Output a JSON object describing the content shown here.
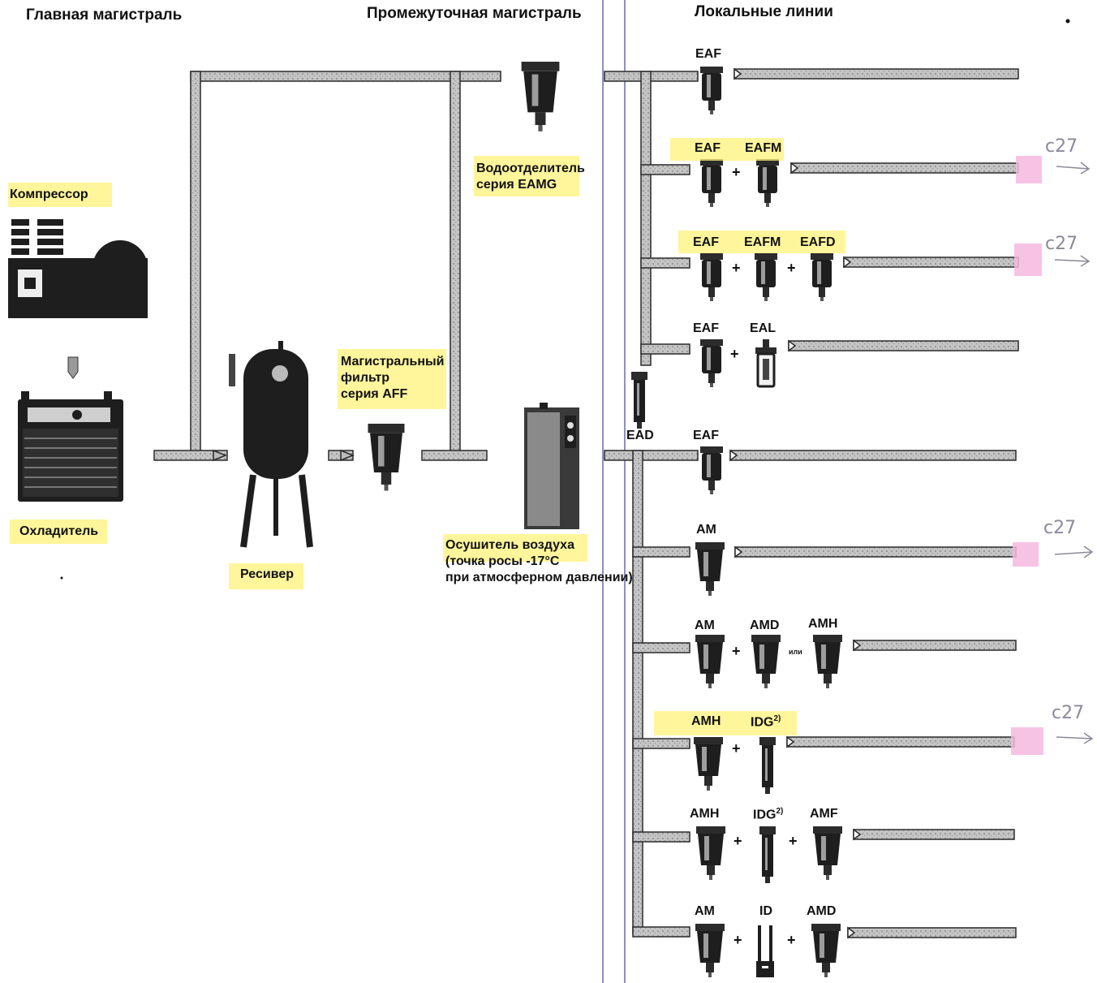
{
  "headers": {
    "main_line": "Главная магистраль",
    "intermediate_line": "Промежуточная магистраль",
    "local_lines": "Локальные линии"
  },
  "labels": {
    "compressor": "Компрессор",
    "cooler": "Охладитель",
    "receiver": "Ресивер",
    "main_filter": [
      "Магистральный",
      "фильтр",
      "серия AFF"
    ],
    "water_separator": [
      "Водоотделитель",
      "серия EAMG"
    ],
    "dryer": [
      "Осушитель воздуха",
      "(точка росы -17°С",
      "при атмосферном давлении)"
    ],
    "ead": "EAD"
  },
  "local_lines_upper": [
    {
      "codes": [
        "EAF"
      ],
      "joins": []
    },
    {
      "codes": [
        "EAF",
        "EAFM"
      ],
      "joins": [
        "+"
      ]
    },
    {
      "codes": [
        "EAF",
        "EAFM",
        "EAFD"
      ],
      "joins": [
        "+",
        "+"
      ]
    },
    {
      "codes": [
        "EAF",
        "EAL"
      ],
      "joins": [
        "+"
      ]
    }
  ],
  "local_lines_lower": [
    {
      "codes": [
        "EAF"
      ],
      "joins": []
    },
    {
      "codes": [
        "AM"
      ],
      "joins": []
    },
    {
      "codes": [
        "AM",
        "AMD",
        "AMH"
      ],
      "joins": [
        "+",
        "или"
      ]
    },
    {
      "codes": [
        "AMH",
        "IDG"
      ],
      "joins": [
        "+"
      ],
      "superscripts": [
        "",
        "2)"
      ]
    },
    {
      "codes": [
        "AMH",
        "IDG",
        "AMF"
      ],
      "joins": [
        "+",
        "+"
      ],
      "superscripts": [
        "",
        "2)",
        ""
      ]
    },
    {
      "codes": [
        "AM",
        "ID",
        "AMD"
      ],
      "joins": [
        "+",
        "+"
      ]
    }
  ],
  "handwritten_notes": [
    "c27",
    "c27",
    "c27",
    "c27"
  ],
  "colors": {
    "pipe_fill": "#bdbdbd",
    "pipe_stroke": "#2a2a2a",
    "highlight_yellow": "#fff27a",
    "highlight_pink": "#f6b8e0",
    "ink": "#111111",
    "guide_line": "#6a6ab0"
  }
}
